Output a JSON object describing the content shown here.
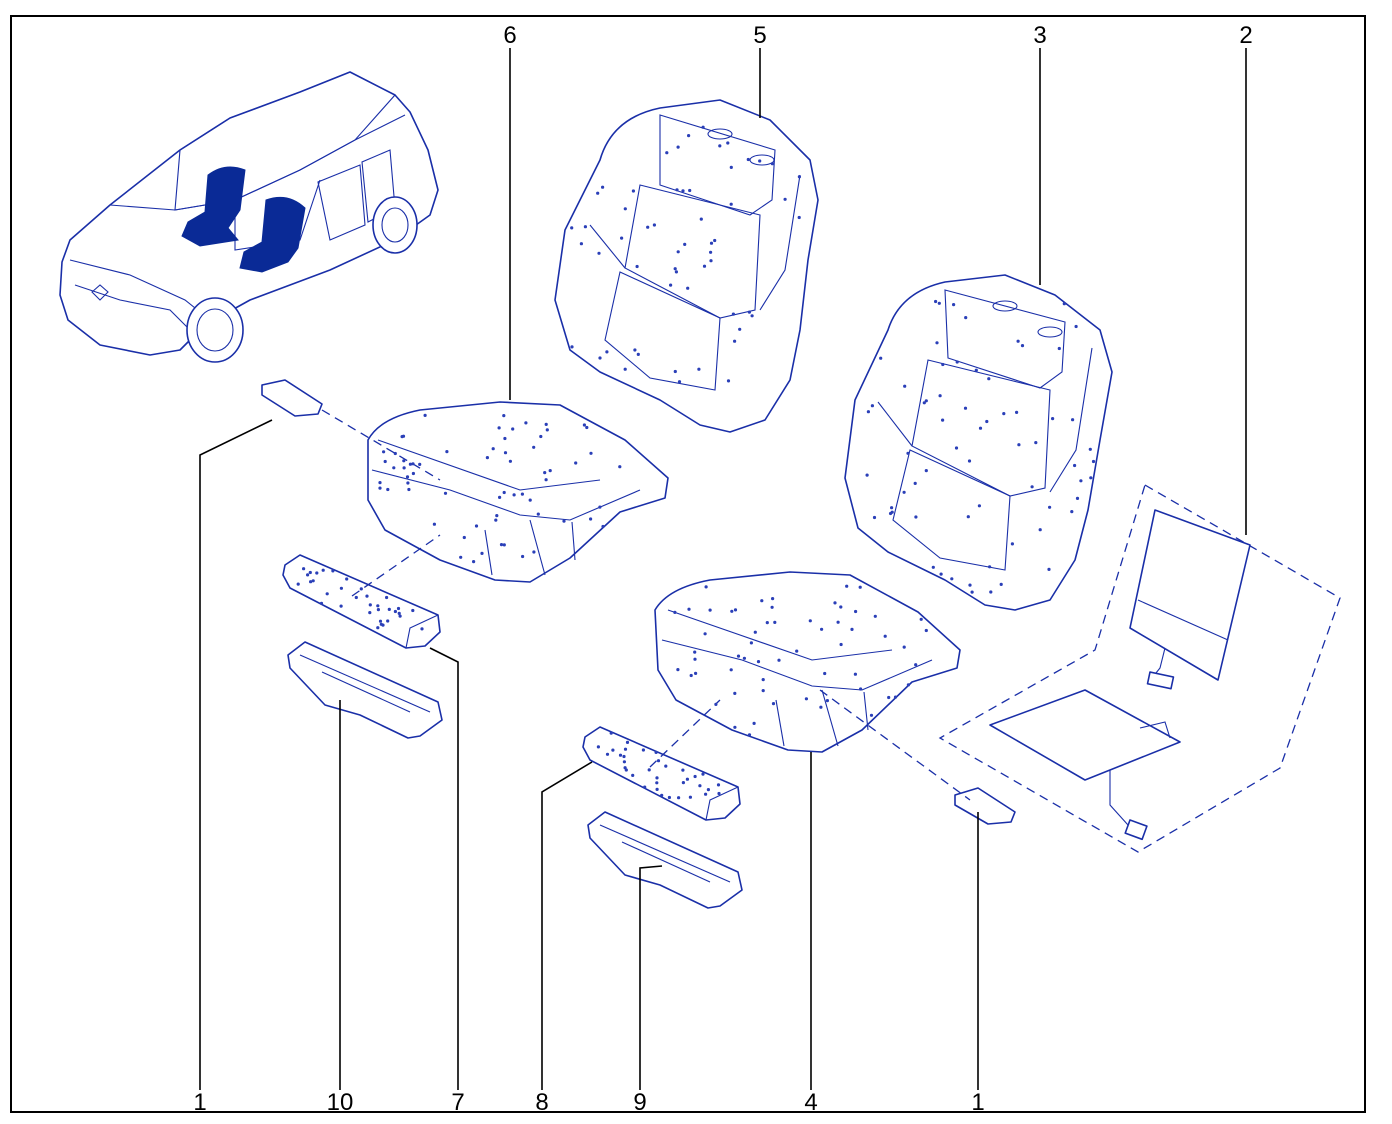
{
  "diagram": {
    "colors": {
      "line": "#1a2fa8",
      "highlight": "#0a2a96",
      "frame": "#000000"
    },
    "callouts": {
      "c6": "6",
      "c5": "5",
      "c3": "3",
      "c2": "2",
      "b1a": "1",
      "b10": "10",
      "b7": "7",
      "b8": "8",
      "b9": "9",
      "b4": "4",
      "b1b": "1"
    }
  }
}
